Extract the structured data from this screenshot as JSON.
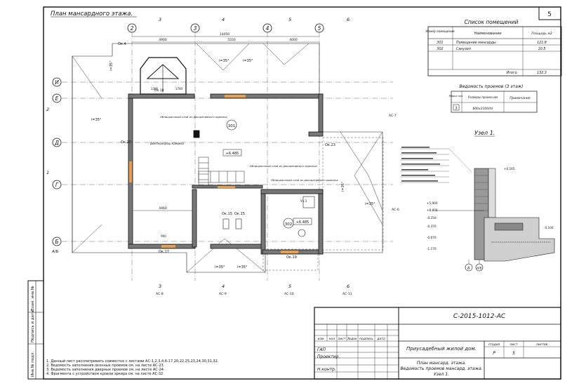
{
  "sheet_number": "5",
  "plan": {
    "title": "План мансардного этажа.",
    "axes_top": [
      "2",
      "3",
      "4",
      "5",
      "6"
    ],
    "axes_left": [
      "И",
      "Е",
      "Д",
      "Г",
      "Б",
      "А/Б"
    ],
    "cuts": [
      "1",
      "2",
      "3",
      "4",
      "5",
      "6"
    ],
    "dims": [
      "14450",
      "4900",
      "5550",
      "4000",
      "4460",
      "1300",
      "1700",
      "900"
    ],
    "rooms": [
      {
        "number": "301",
        "label": "301"
      },
      {
        "number": "302",
        "label": "302"
      }
    ],
    "levels": [
      "+6.485",
      "+6.485"
    ],
    "openings": [
      "Ок.15",
      "Ок.15",
      "Ок.17",
      "Ок.18",
      "Ок.19",
      "Ок.20",
      "Ок.23",
      "Ок.4"
    ],
    "slopes": [
      "i=35°",
      "i=35°",
      "i=35°",
      "i=35°",
      "i=35°",
      "i=35°",
      "i=35°",
      "i=35°"
    ],
    "notes": [
      "Вентканалы камина",
      "Облицовочный слой из декоративного кирпича",
      "Облицовочный слой из декоративного кирпича",
      "Облицовочный слой из декоративного кирпича"
    ],
    "node_marks": [
      "Уз.1",
      "АС-6",
      "АС-7",
      "АС-8",
      "АС-9",
      "АС-10",
      "АС-11"
    ]
  },
  "rooms_table": {
    "title": "Список помещений",
    "headers": [
      "Номер помещения",
      "Наименование",
      "Площадь м2"
    ],
    "rows": [
      {
        "num": "301",
        "name": "Помещение мансарды",
        "area": "121.8"
      },
      {
        "num": "302",
        "name": "Санузел",
        "area": "10.5"
      }
    ],
    "total_label": "Итого:",
    "total_value": "132.3"
  },
  "openings_table": {
    "title": "Ведомость проемов (3 этаж)",
    "headers": [
      "Марка поз.",
      "Размеры проема мм",
      "Примечание"
    ],
    "rows": [
      {
        "mark": "3",
        "size": "800х2100(h)",
        "note": ""
      }
    ]
  },
  "node": {
    "title": "Узел 1.",
    "levels": [
      "+5.900",
      "+8.800",
      "-0.250",
      "-0.370",
      "-0.670",
      "-1.170",
      "+0.165",
      "-0.100"
    ],
    "axes": [
      "Б",
      "А/Б"
    ]
  },
  "notes_list": [
    "1. Данный лист рассматривать совместно с листами АС-1,2,3,4,6-17,20,22,25,23,24,30,31,32.",
    "2. Ведомость заполнения оконных проемов см. на листе АС-23.",
    "3. Ведомость заполнения дверных проемов см. на листе АС-24.",
    "4. Фрагмента с устройством кровли эркера см. на листе АС-32."
  ],
  "side_stamp": [
    "Инв.№ подл.",
    "Подпись и дата",
    "Взам. инв.№"
  ],
  "title_block": {
    "code": "С-2015-1012-АС",
    "cols": [
      "изм",
      "кол",
      "лист",
      "№док",
      "подпись",
      "дата"
    ],
    "roles": [
      "ГАП",
      "Проектир.",
      "",
      "Н.контр."
    ],
    "object": "Приусадебный жилой дом.",
    "stage_label": "стадия",
    "sheet_label": "лист",
    "sheets_label": "листов",
    "stage": "Р",
    "sheet": "5",
    "sheets": "",
    "sheet_title": [
      "План мансард. этажа.",
      "Ведомость проемов мансард. этажа.",
      "Узел 1."
    ]
  }
}
